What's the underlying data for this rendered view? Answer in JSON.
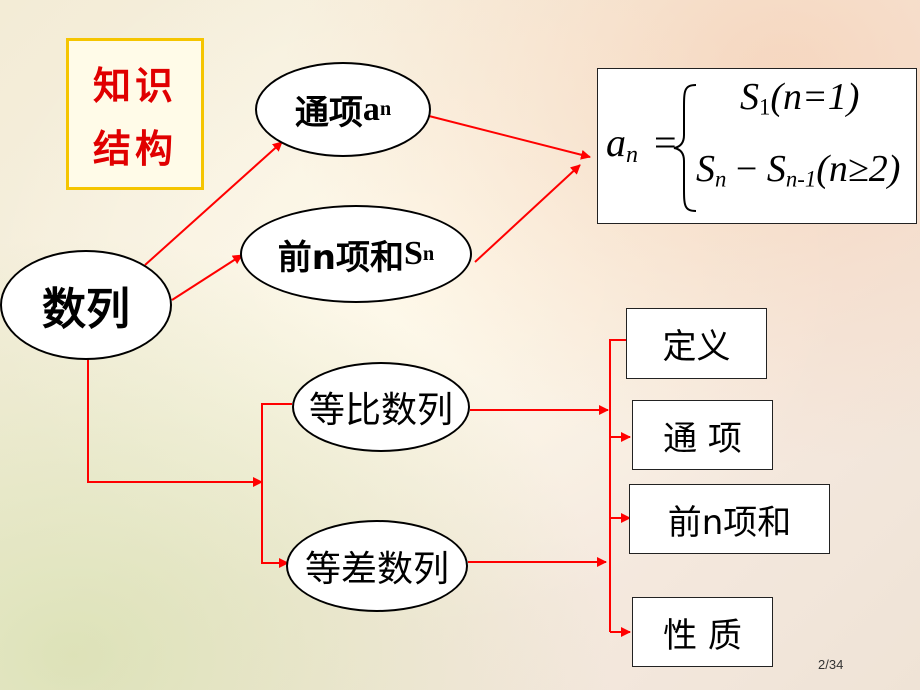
{
  "title_box": {
    "line1": "知识",
    "line2": "结构"
  },
  "nodes": {
    "root": "数列",
    "general_term": {
      "text": "通项",
      "var": "a",
      "sub": "n"
    },
    "partial_sum": {
      "text": "前n项和",
      "var": "S",
      "sub": "n"
    },
    "geometric": "等比数列",
    "arithmetic": "等差数列"
  },
  "formula": {
    "lhs_var": "a",
    "lhs_sub": "n",
    "eq": "=",
    "case1": {
      "var": "S",
      "sub": "1",
      "cond": "(n=1)"
    },
    "case2": {
      "var1": "S",
      "sub1": "n",
      "minus": "−",
      "var2": "S",
      "sub2": "n-1",
      "cond": "(n≥2)"
    }
  },
  "boxes": {
    "definition": "定义",
    "general_term": "通 项",
    "partial_sum": "前n项和",
    "properties": "性 质"
  },
  "page": "2/34",
  "colors": {
    "line": "#ff0000",
    "title_text": "#e00000",
    "title_border": "#f5c500"
  }
}
